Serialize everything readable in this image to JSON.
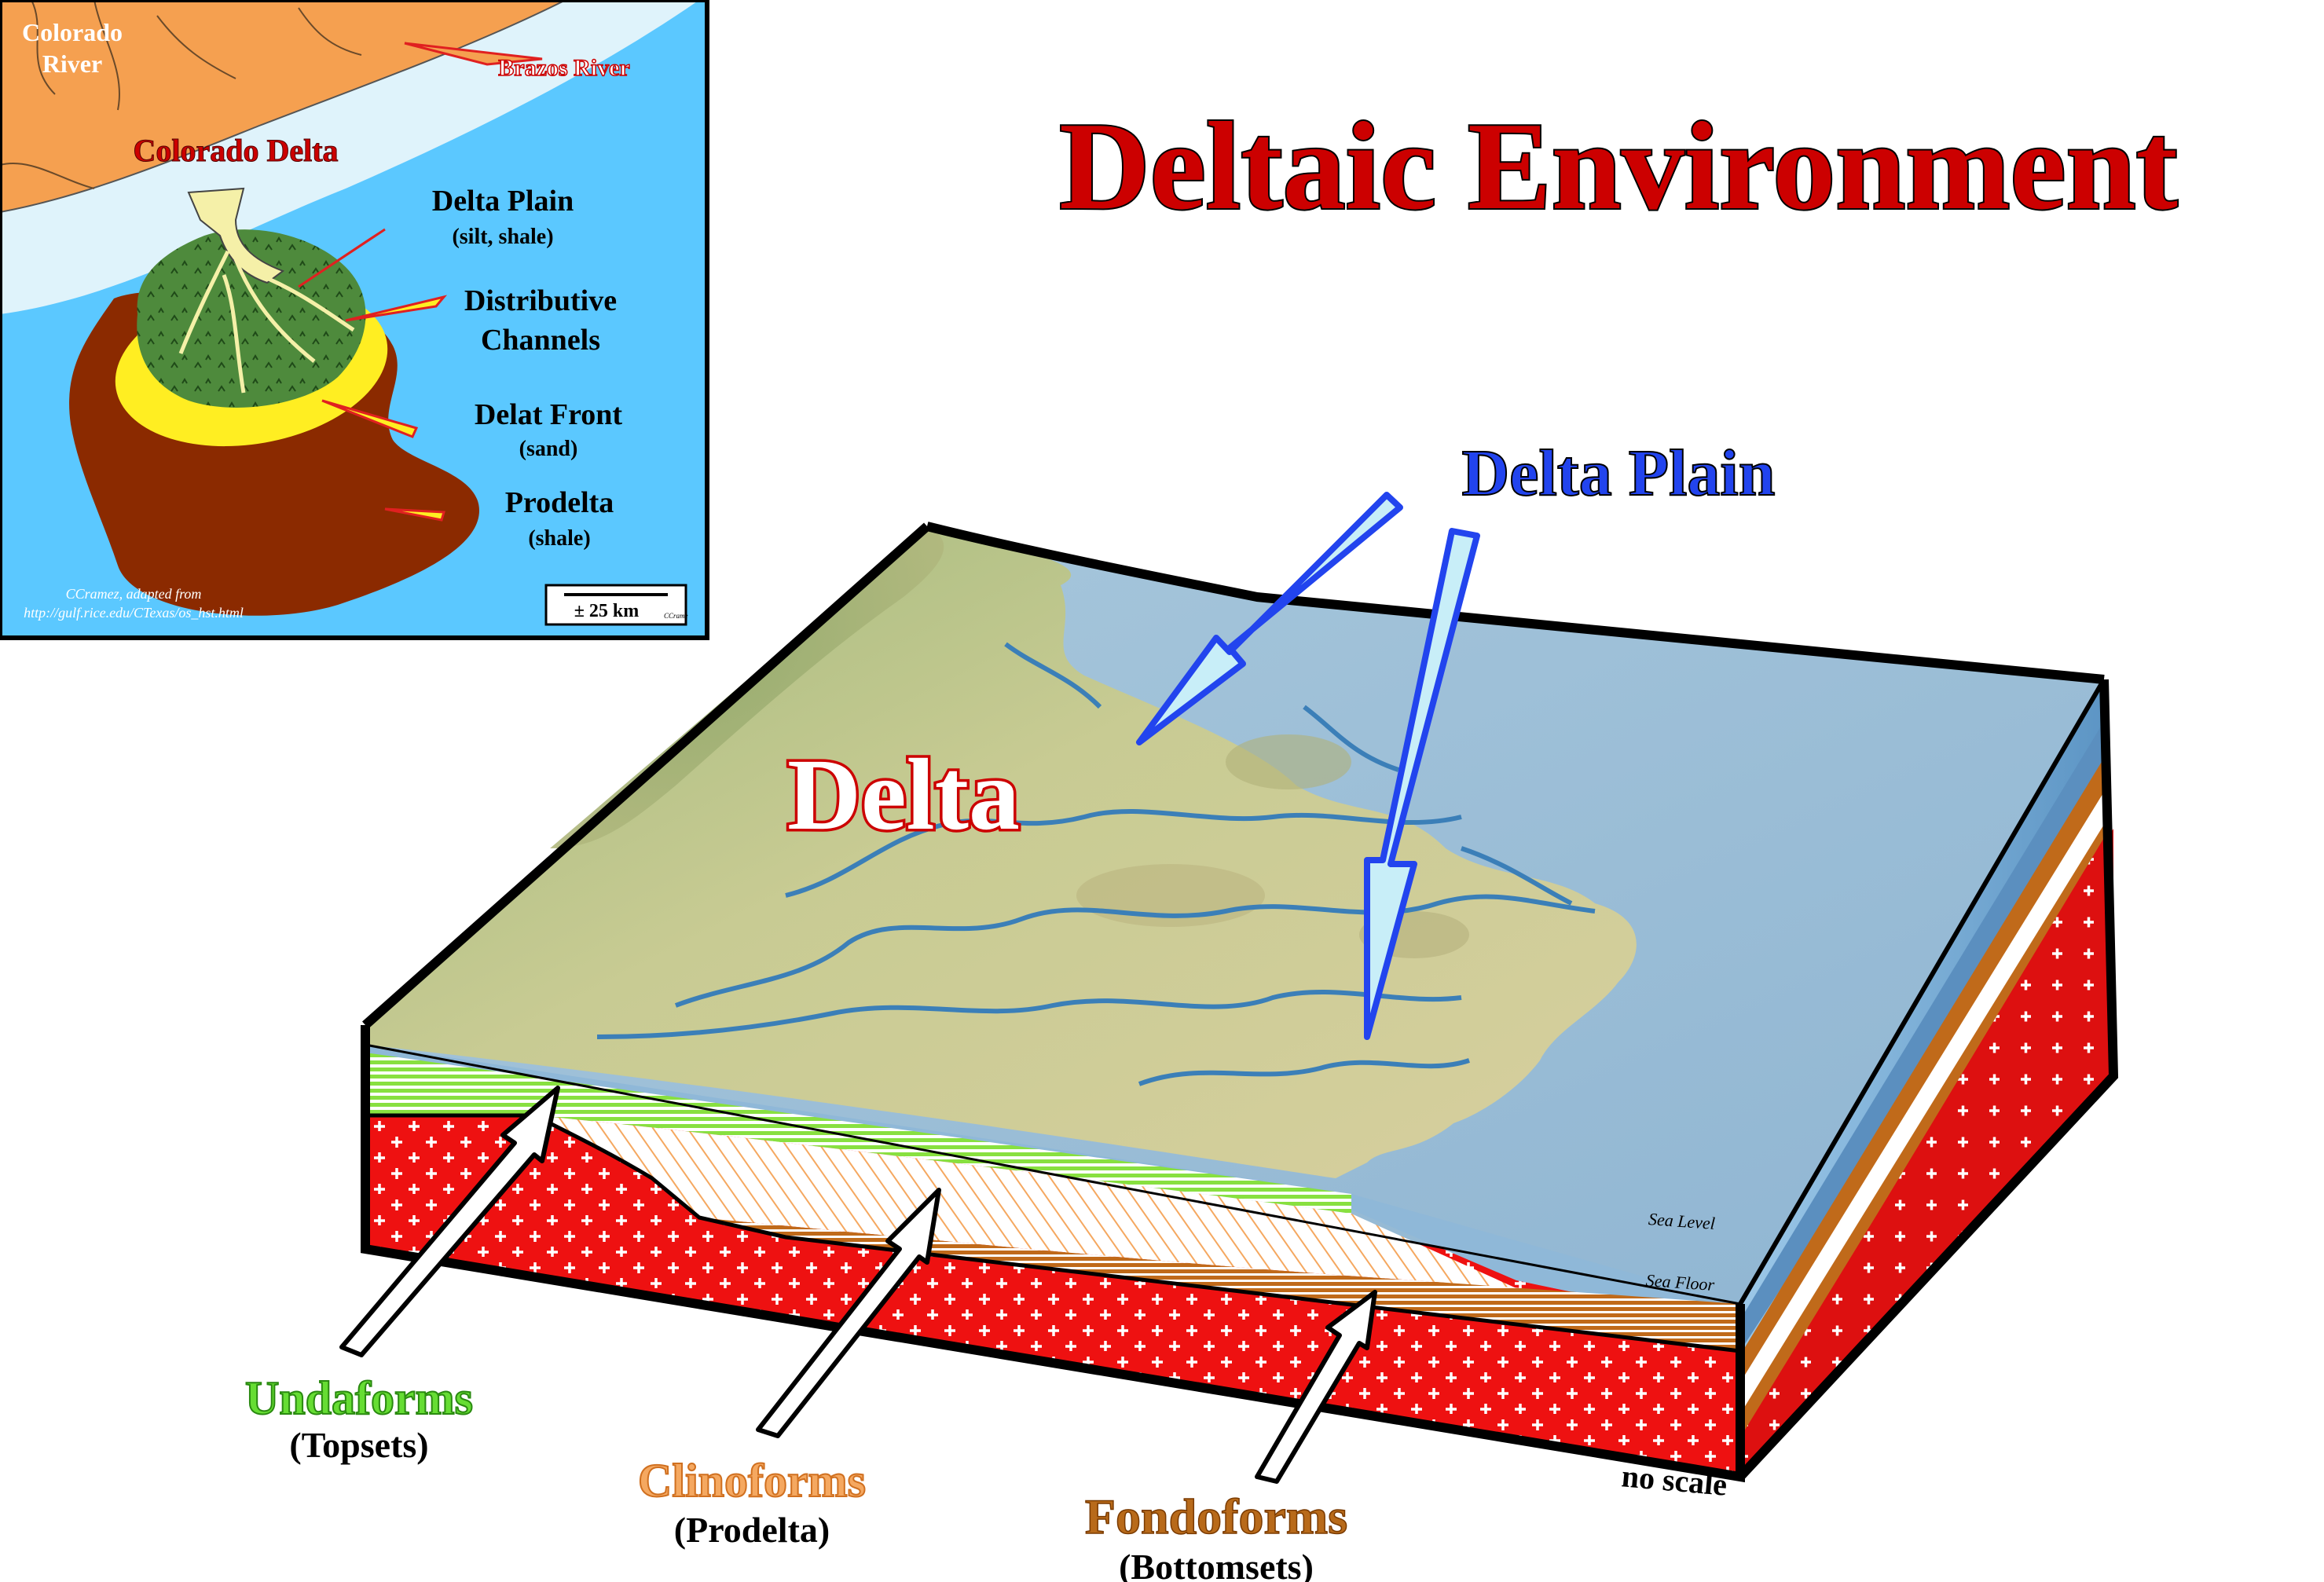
{
  "title": "Deltaic Environment",
  "inset": {
    "colorado_river": [
      "Colorado",
      "River"
    ],
    "brazos_river": "Brazos River",
    "colorado_delta": "Colorado Delta",
    "delta_plain": "Delta Plain",
    "delta_plain_sub": "(silt, shale)",
    "distributive_channels": [
      "Distributive",
      "Channels"
    ],
    "delta_front": "Delat Front",
    "delta_front_sub": "(sand)",
    "prodelta": "Prodelta",
    "prodelta_sub": "(shale)",
    "scale": "± 25 km",
    "scale_credit": "CCrame",
    "credit": [
      "CCramez, adapted from",
      "http://gulf.rice.edu/CTexas/os_hst.html"
    ]
  },
  "block": {
    "delta_label": "Delta",
    "delta_plain_label": "Delta Plain",
    "sea_level": "Sea Level",
    "sea_floor": "Sea Floor",
    "no_scale": "no scale"
  },
  "labels": {
    "undaforms": "Undaforms",
    "topsets": "(Topsets)",
    "clinoforms": "Clinoforms",
    "prodelta": "(Prodelta)",
    "fondoforms": "Fondoforms",
    "bottomsets": "(Bottomsets)"
  },
  "colors": {
    "title_red": "#cc0000",
    "undaform_green": "#66dd33",
    "clinoform_orange": "#f5a860",
    "fondoform_brown": "#b86a1a",
    "basement_red": "#ee1111",
    "sea_blue": "#5bc8ff",
    "land_orange": "#f5a050",
    "prodelta_brown": "#8b2a00",
    "delta_front_yellow": "#ffee22",
    "delta_plain_green": "#4e8a3c",
    "arrow_blue": "#2244ee"
  }
}
